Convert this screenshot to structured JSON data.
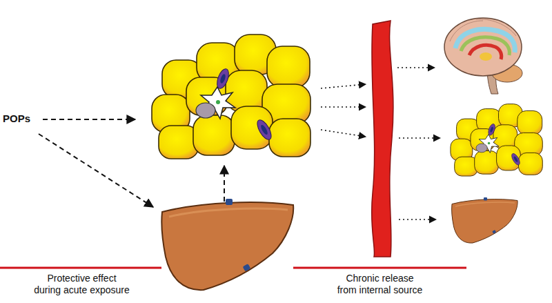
{
  "diagram": {
    "labels": [
      "POPs",
      "Protective effect during acute exposure",
      "Chronic release from internal source"
    ]
  }
}
